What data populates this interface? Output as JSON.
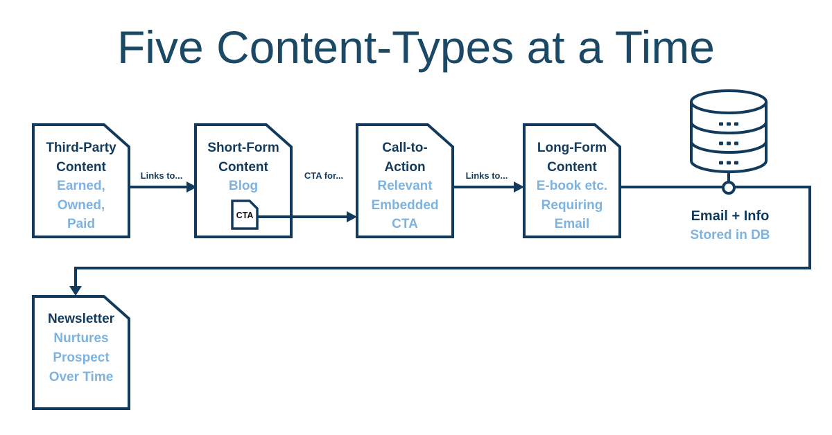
{
  "title": "Five Content-Types at a Time",
  "colors": {
    "navy": "#123A5C",
    "title_color": "#1B4865",
    "light_blue": "#7EB3DF",
    "cta_text": "#151515"
  },
  "nodes": [
    {
      "id": "third-party-content",
      "heading_lines": [
        "Third-Party",
        "Content"
      ],
      "sub_lines": [
        "Earned,",
        "Owned,",
        "Paid"
      ]
    },
    {
      "id": "short-form-content",
      "heading_lines": [
        "Short-Form",
        "Content"
      ],
      "sub_lines": [
        "Blog"
      ],
      "badge": "CTA"
    },
    {
      "id": "call-to-action",
      "heading_lines": [
        "Call-to-",
        "Action"
      ],
      "sub_lines": [
        "Relevant",
        "Embedded",
        "CTA"
      ]
    },
    {
      "id": "long-form-content",
      "heading_lines": [
        "Long-Form",
        "Content"
      ],
      "sub_lines": [
        "E-book etc.",
        "Requiring",
        "Email"
      ]
    },
    {
      "id": "newsletter",
      "heading_lines": [
        "Newsletter"
      ],
      "sub_lines": [
        "Nurtures",
        "Prospect",
        "Over Time"
      ]
    }
  ],
  "database": {
    "icon": "database-icon",
    "heading": "Email + Info",
    "sub": "Stored in DB"
  },
  "edges": [
    {
      "label": "Links to..."
    },
    {
      "label": "CTA for..."
    },
    {
      "label": "Links to..."
    }
  ]
}
